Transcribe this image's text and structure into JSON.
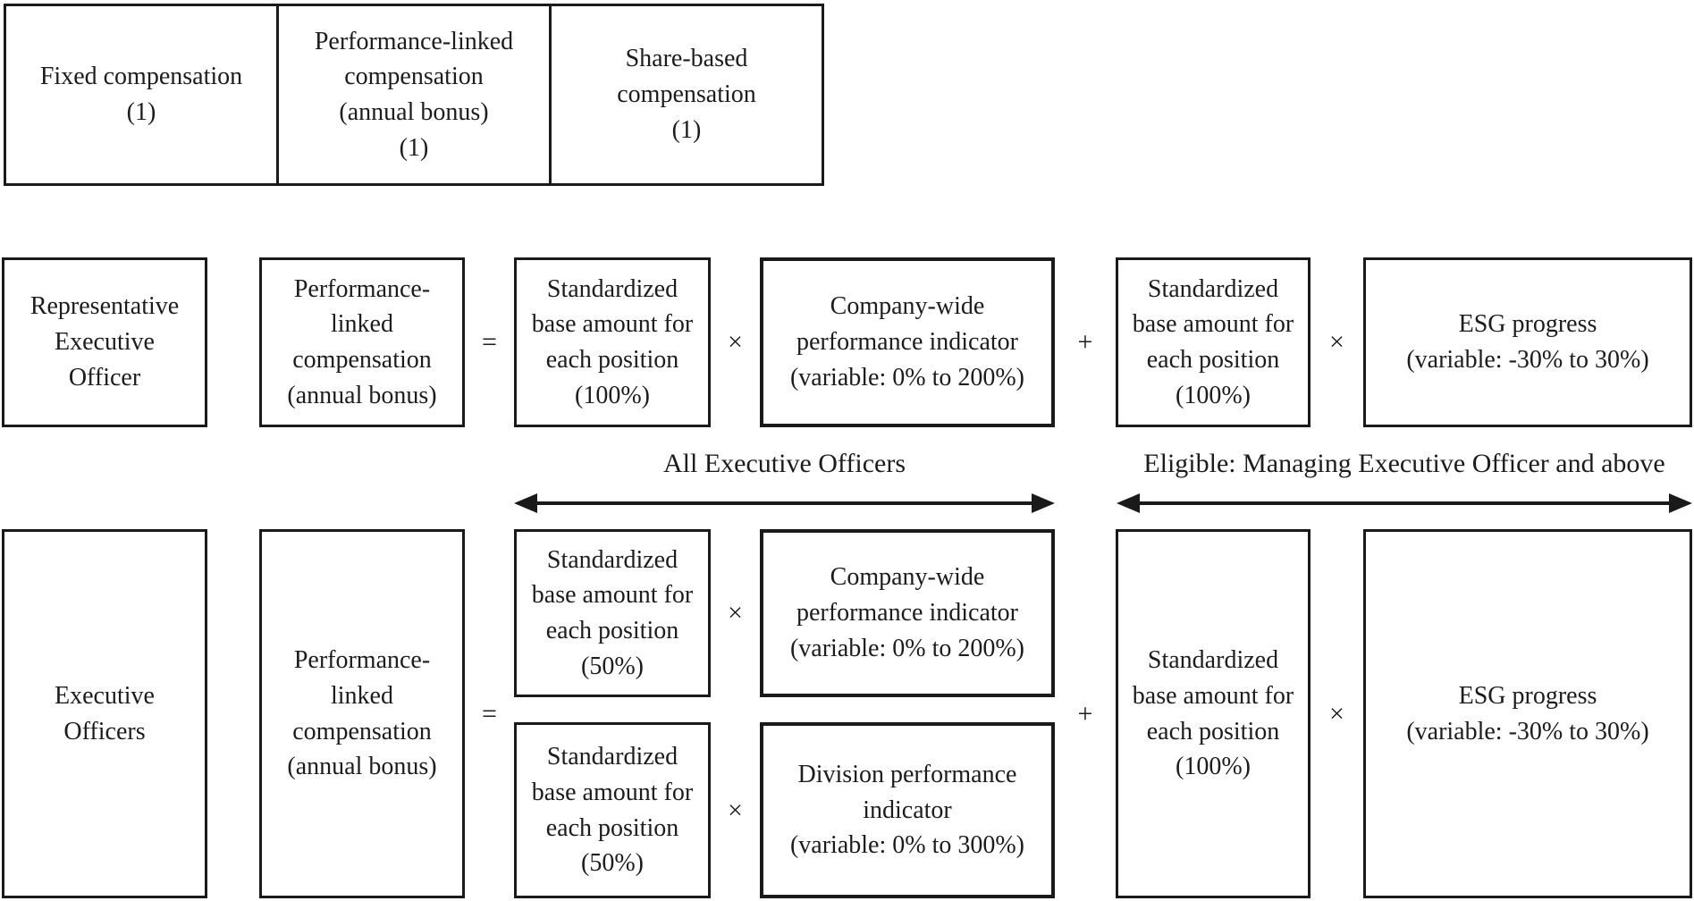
{
  "colors": {
    "line": "#1a1a1a",
    "text": "#1c1c1c",
    "background": "#ffffff"
  },
  "diagram": {
    "legend": {
      "cells": [
        {
          "label": "Fixed compensation\n(1)"
        },
        {
          "label": "Performance-linked\ncompensation\n(annual bonus)\n(1)"
        },
        {
          "label": "Share-based\ncompensation\n(1)"
        }
      ]
    },
    "operators": {
      "equals": "=",
      "multiply": "×",
      "plus": "+"
    },
    "representative_row": {
      "officer": "Representative\nExecutive\nOfficer",
      "compensation": "Performance-\nlinked\ncompensation\n(annual bonus)",
      "standardized_base_1": "Standardized\nbase amount for\neach position\n(100%)",
      "company_indicator": "Company-wide\nperformance indicator\n(variable: 0% to 200%)",
      "standardized_base_2": "Standardized\nbase amount for\neach position\n(100%)",
      "esg": "ESG progress\n(variable: -30% to 30%)"
    },
    "scope_labels": {
      "all_executive_officers": "All Executive Officers",
      "eligible": "Eligible: Managing Executive Officer and above"
    },
    "executive_row": {
      "officer": "Executive\nOfficers",
      "compensation": "Performance-\nlinked\ncompensation\n(annual bonus)",
      "standardized_base_50_company": "Standardized\nbase amount for\neach position\n(50%)",
      "company_indicator": "Company-wide\nperformance indicator\n(variable: 0% to 200%)",
      "standardized_base_50_division": "Standardized\nbase amount for\neach position\n(50%)",
      "division_indicator": "Division performance\nindicator\n(variable: 0% to 300%)",
      "standardized_base_100": "Standardized\nbase amount for\neach position\n(100%)",
      "esg": "ESG progress\n(variable: -30% to 30%)"
    }
  }
}
